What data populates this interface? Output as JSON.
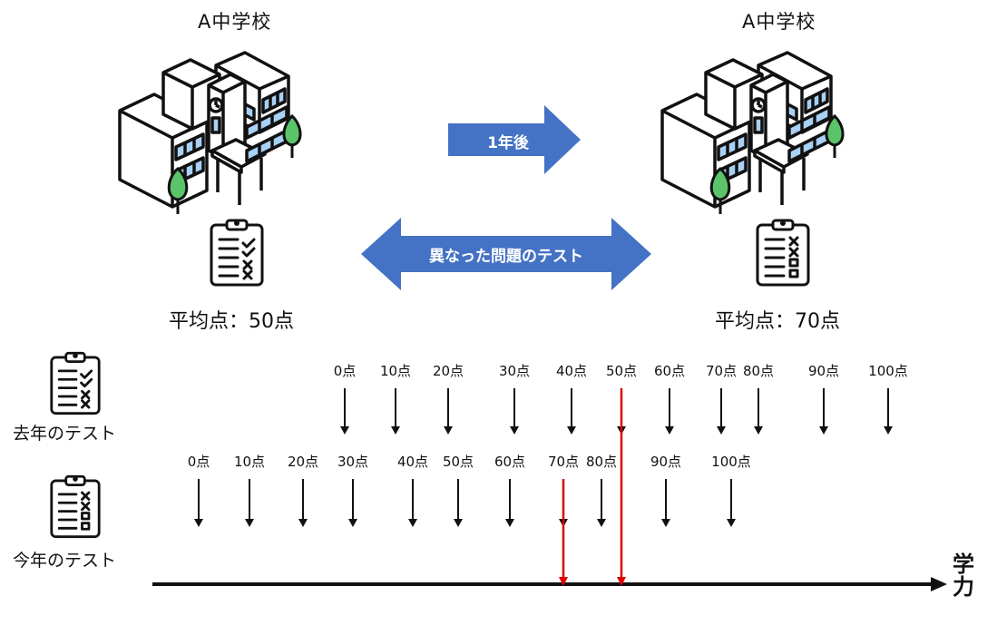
{
  "left_school": {
    "name": "A中学校",
    "average": "平均点：50点"
  },
  "right_school": {
    "name": "A中学校",
    "average": "平均点：70点"
  },
  "arrow_year": {
    "label": "1年後"
  },
  "arrow_different": {
    "label": "異なった問題のテスト"
  },
  "rows": {
    "last_year": {
      "label": "去年のテスト",
      "ticks": [
        "0点",
        "10点",
        "20点",
        "30点",
        "40点",
        "50点",
        "60点",
        "70点",
        "80点",
        "90点",
        "100点"
      ]
    },
    "this_year": {
      "label": "今年のテスト",
      "ticks": [
        "0点",
        "10点",
        "20点",
        "30点",
        "40点",
        "50点",
        "60点",
        "70点",
        "80点",
        "90点",
        "100点"
      ]
    }
  },
  "axis": {
    "label_line1": "学",
    "label_line2": "力"
  },
  "colors": {
    "arrow_blue": "#4472c4",
    "highlight_red": "#e00000",
    "window_blue": "#a9d0f5",
    "tree_green": "#5bc46a"
  },
  "icons": {
    "school": "school-building-icon",
    "tree": "tree-icon",
    "clipboard_checks": "clipboard-checklist-icon",
    "clipboard_crosses": "clipboard-cross-icon"
  }
}
